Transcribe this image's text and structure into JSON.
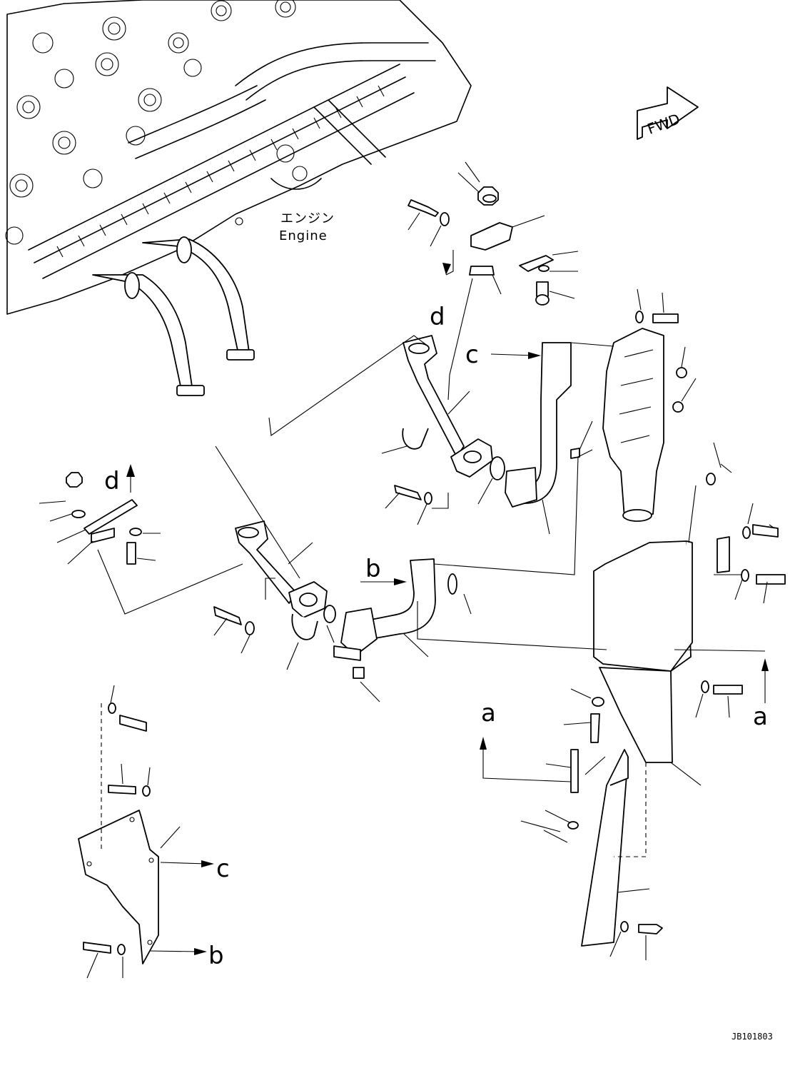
{
  "engine_label_jp": "エンジン",
  "engine_label_en": "Engine",
  "fwd_label": "FWD",
  "drawing_code": "JB101803",
  "callout_labels": {
    "a": "a",
    "b": "b",
    "c": "c",
    "d": "d"
  }
}
